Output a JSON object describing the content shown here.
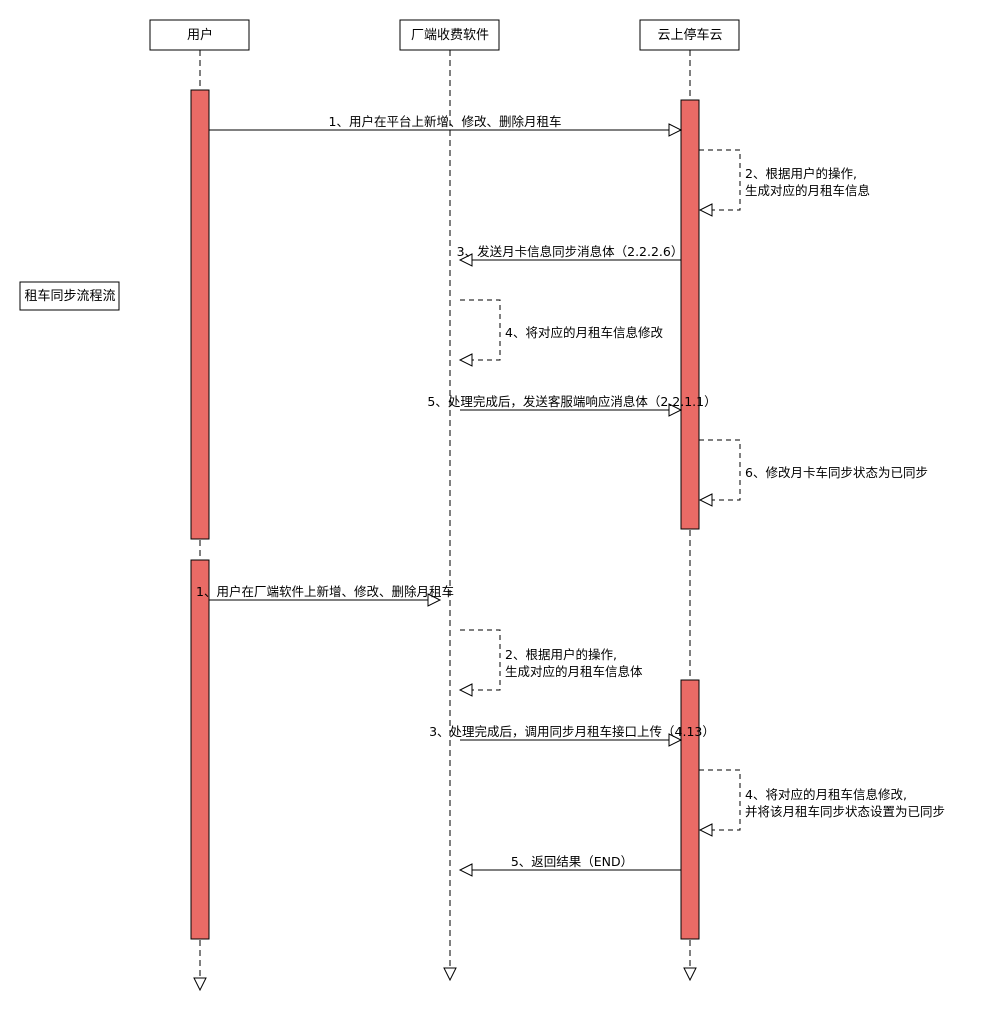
{
  "participants": [
    {
      "id": "user",
      "label": "用户"
    },
    {
      "id": "parking_software",
      "label": "厂端收费软件"
    },
    {
      "id": "cloud",
      "label": "云上停车云"
    }
  ],
  "side_label": "租车同步流程流",
  "flows": [
    {
      "messages": [
        {
          "label": "1、用户在平台上新增、修改、删除月租车"
        },
        {
          "lines": [
            "2、根据用户的操作,",
            "生成对应的月租车信息"
          ]
        },
        {
          "label": "3、发送月卡信息同步消息体（2.2.2.6）"
        },
        {
          "label": "4、将对应的月租车信息修改"
        },
        {
          "label": "5、处理完成后，发送客服端响应消息体（2.2.1.1）"
        },
        {
          "label": "6、修改月卡车同步状态为已同步"
        }
      ]
    },
    {
      "messages": [
        {
          "label": "1、用户在厂端软件上新增、修改、删除月租车"
        },
        {
          "lines": [
            "2、根据用户的操作,",
            "生成对应的月租车信息体"
          ]
        },
        {
          "label": "3、处理完成后，调用同步月租车接口上传（4.13）"
        },
        {
          "lines": [
            "4、将对应的月租车信息修改,",
            "并将该月租车同步状态设置为已同步"
          ]
        },
        {
          "label": "5、返回结果（END）"
        }
      ]
    }
  ]
}
